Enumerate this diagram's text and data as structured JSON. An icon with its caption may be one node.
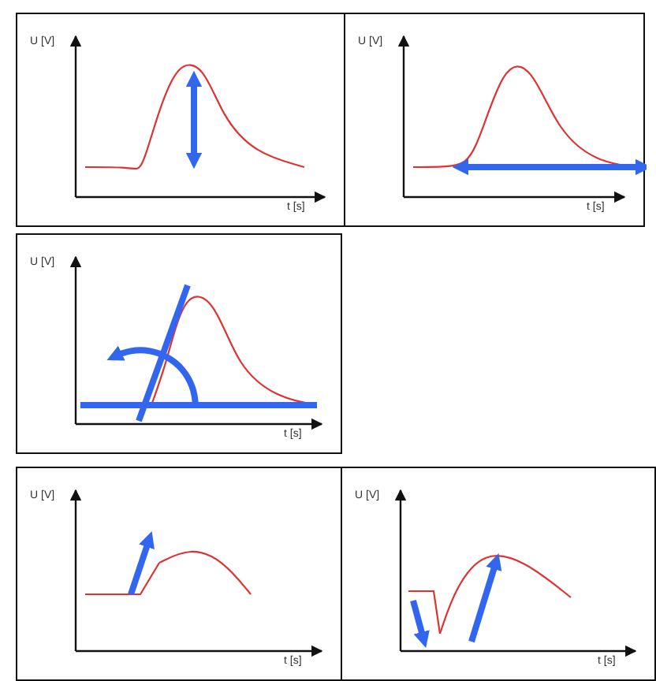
{
  "diagram": {
    "labels": [
      "U [V]",
      "t [s]",
      "U [V]",
      "t [s]",
      "U [V]",
      "t [s]",
      "U [V]",
      "t [s]",
      "U [V]",
      "t [s]"
    ]
  }
}
